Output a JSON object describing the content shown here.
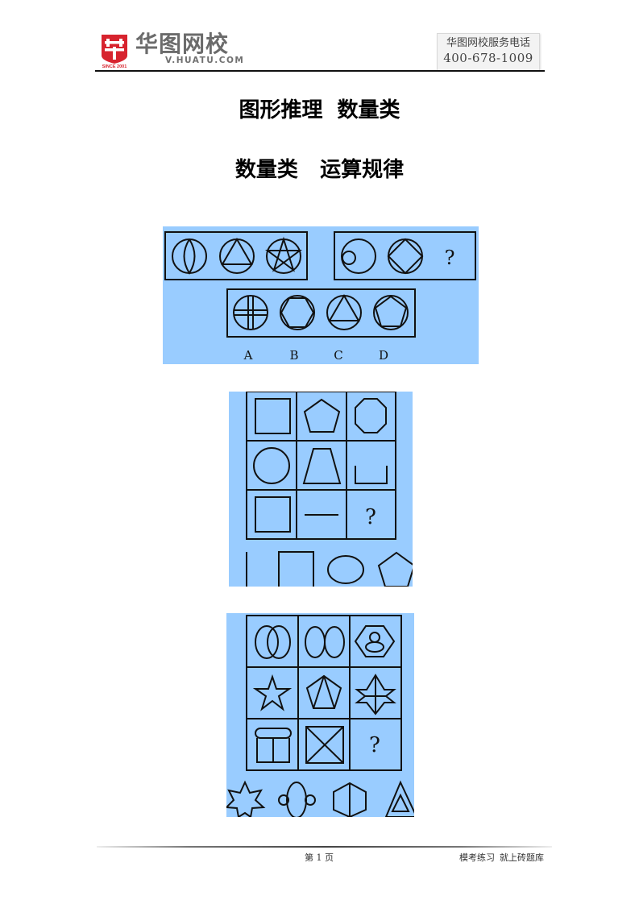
{
  "header": {
    "logo": {
      "name": "华图网校",
      "url": "V.HUATU.COM",
      "badge_text": "SINCE 2001",
      "brand_color": "#d7232e"
    },
    "service": {
      "label": "华图网校服务电话",
      "phone": "400-678-1009"
    }
  },
  "titles": {
    "main": "图形推理  数量类",
    "sub": "数量类   运算规律"
  },
  "puzzles": [
    {
      "id": 1,
      "background": "#99ccff",
      "given_group_1": [
        "circle-with-two-arcs",
        "circle-with-triangle",
        "circle-with-pentagram"
      ],
      "given_group_2": [
        "circle-with-small-circle",
        "circle-with-diamond",
        "?"
      ],
      "question_mark": "?",
      "options": [
        "circle-with-cross-double-lines",
        "circle-with-hexagon",
        "circle-with-triangle",
        "circle-with-pentagon"
      ],
      "option_labels": [
        "A",
        "B",
        "C",
        "D"
      ]
    },
    {
      "id": 2,
      "background": "#99ccff",
      "grid": [
        [
          "square",
          "pentagon",
          "octagon"
        ],
        [
          "circle",
          "trapezoid",
          "open-bracket"
        ],
        [
          "square",
          "horizontal-line",
          "?"
        ]
      ],
      "question_mark": "?",
      "options": [
        "vertical-line",
        "square",
        "ellipse",
        "pentagon"
      ]
    },
    {
      "id": 3,
      "background": "#99ccff",
      "grid": [
        [
          "overlapping-ellipses",
          "touching-ellipses",
          "hexagon-with-person"
        ],
        [
          "star",
          "pentagon-with-triangle",
          "hexagram-with-cross"
        ],
        [
          "rounded-box-with-divider",
          "square-with-x",
          "?"
        ]
      ],
      "question_mark": "?",
      "options": [
        "seven-point-star",
        "ellipse-with-two-circles",
        "hexagon-with-vertical-line",
        "nested-triangles"
      ]
    }
  ],
  "footer": {
    "page": "第 1 页",
    "slogan_1": "模考练习",
    "slogan_2": "就上砖题库"
  }
}
